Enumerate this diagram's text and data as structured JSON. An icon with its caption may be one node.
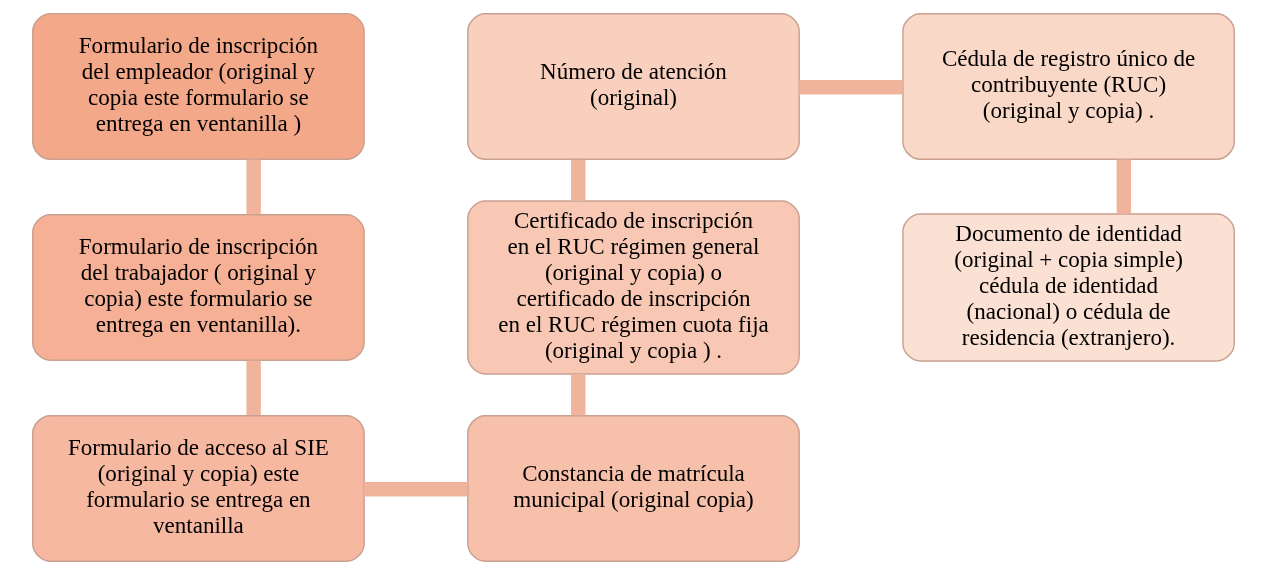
{
  "diagram": {
    "nodes": [
      {
        "text": [
          "Formulario de inscripción del empleador (original y copia este formulario se entrega en ventanilla )"
        ]
      },
      {
        "text": [
          "Formulario de inscripción del trabajador ( original y copia) este formulario se entrega en ventanilla)."
        ]
      },
      {
        "text": [
          "Formulario de acceso al SIE (original y copia) este formulario se entrega en ventanilla"
        ]
      },
      {
        "text": [
          "Constancia de matrícula municipal (original copia)"
        ]
      },
      {
        "text": [
          "Certificado de inscripción en el RUC régimen general (original y copia) o certificado de inscripción en el RUC régimen cuota fija (original y copia ) ."
        ]
      },
      {
        "text": [
          "Número de atención (original)"
        ]
      },
      {
        "text": [
          "Cédula de registro único de contribuyente (RUC) (original y copia) ."
        ]
      },
      {
        "text": [
          "Documento de identidad (original + copia simple) cédula de identidad (nacional) o cédula de residencia (extranjero)."
        ]
      }
    ],
    "edges": [
      {
        "from": 0,
        "to": 1,
        "arrow": "none"
      },
      {
        "from": 1,
        "to": 2,
        "arrow": "none"
      },
      {
        "from": 2,
        "to": 3,
        "arrow": "none"
      },
      {
        "from": 3,
        "to": 4,
        "arrow": "none"
      },
      {
        "from": 4,
        "to": 5,
        "arrow": "none"
      },
      {
        "from": 5,
        "to": 6,
        "arrow": "none"
      },
      {
        "from": 6,
        "to": 7,
        "arrow": "none"
      }
    ]
  }
}
